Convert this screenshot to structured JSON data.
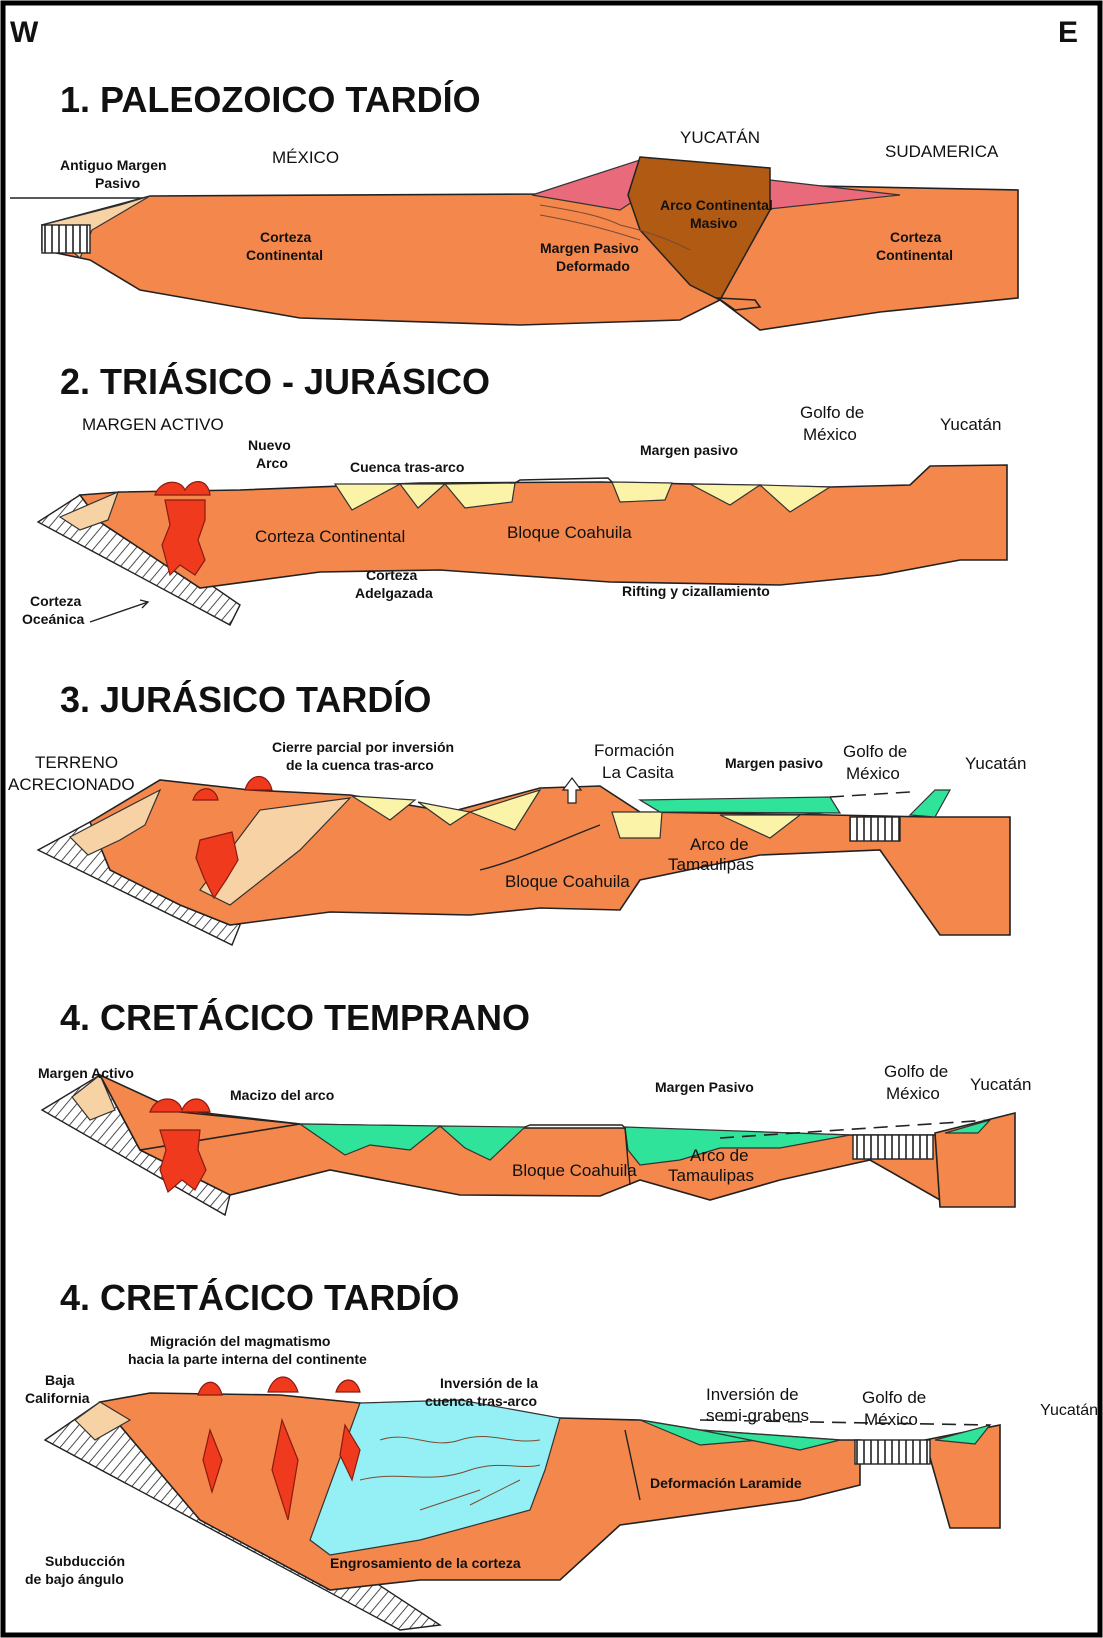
{
  "orientation": {
    "west": "W",
    "east": "E"
  },
  "colors": {
    "continental_crust": "#f4874c",
    "passive_margin_sediment": "#f7d2a4",
    "basin_fill": "#fbf4a8",
    "carbonate": "#2fe39a",
    "magmatic_arc": "#ef3a1d",
    "massive_arc": "#b15a13",
    "deformed_margin": "#e86a7b",
    "inverted_basin": "#94f0f4"
  },
  "panels": [
    {
      "title": "1. PALEOZOICO TARDÍO",
      "labels": {
        "antiguo_margen": "Antiguo Margen Pasivo",
        "mexico": "MÉXICO",
        "yucatan": "YUCATÁN",
        "sudamerica": "SUDAMERICA",
        "corteza_w": "Corteza Continental",
        "margen_deformado": "Margen Pasivo Deformado",
        "arco_masivo": "Arco Continental Masivo",
        "corteza_e": "Corteza Continental"
      }
    },
    {
      "title": "2. TRIÁSICO - JURÁSICO",
      "labels": {
        "margen_activo": "MARGEN ACTIVO",
        "nuevo_arco": "Nuevo Arco",
        "cuenca": "Cuenca tras-arco",
        "margen_pasivo": "Margen pasivo",
        "golfo": "Golfo de México",
        "yucatan": "Yucatán",
        "corteza_continental": "Corteza Continental",
        "bloque": "Bloque Coahuila",
        "adelgazada": "Corteza Adelgazada",
        "rifting": "Rifting y cizallamiento",
        "oceanica": "Corteza Oceánica"
      }
    },
    {
      "title": "3. JURÁSICO TARDÍO",
      "labels": {
        "terreno": "TERRENO ACRECIONADO",
        "cierre": "Cierre parcial por inversión de la cuenca tras-arco",
        "casita": "Formación La Casita",
        "margen_pasivo": "Margen pasivo",
        "golfo": "Golfo de México",
        "yucatan": "Yucatán",
        "arco_tam": "Arco de Tamaulipas",
        "bloque": "Bloque Coahuila"
      }
    },
    {
      "title": "4. CRETÁCICO TEMPRANO",
      "labels": {
        "margen_activo": "Margen Activo",
        "macizo": "Macizo del arco",
        "margen_pasivo": "Margen Pasivo",
        "golfo": "Golfo de México",
        "yucatan": "Yucatán",
        "bloque": "Bloque Coahuila",
        "arco_tam": "Arco de Tamaulipas"
      }
    },
    {
      "title": "4. CRETÁCICO TARDÍO",
      "labels": {
        "migracion": "Migración del magmatismo hacia la parte interna del continente",
        "baja": "Baja California",
        "inversion_cuenca": "Inversión de la cuenca tras-arco",
        "inversion_semi": "Inversión de semi-grabens",
        "golfo": "Golfo de México",
        "yucatan": "Yucatán",
        "laramide": "Deformación Laramide",
        "subduccion": "Subducción de bajo ángulo",
        "engrosamiento": "Engrosamiento de la corteza"
      }
    }
  ]
}
